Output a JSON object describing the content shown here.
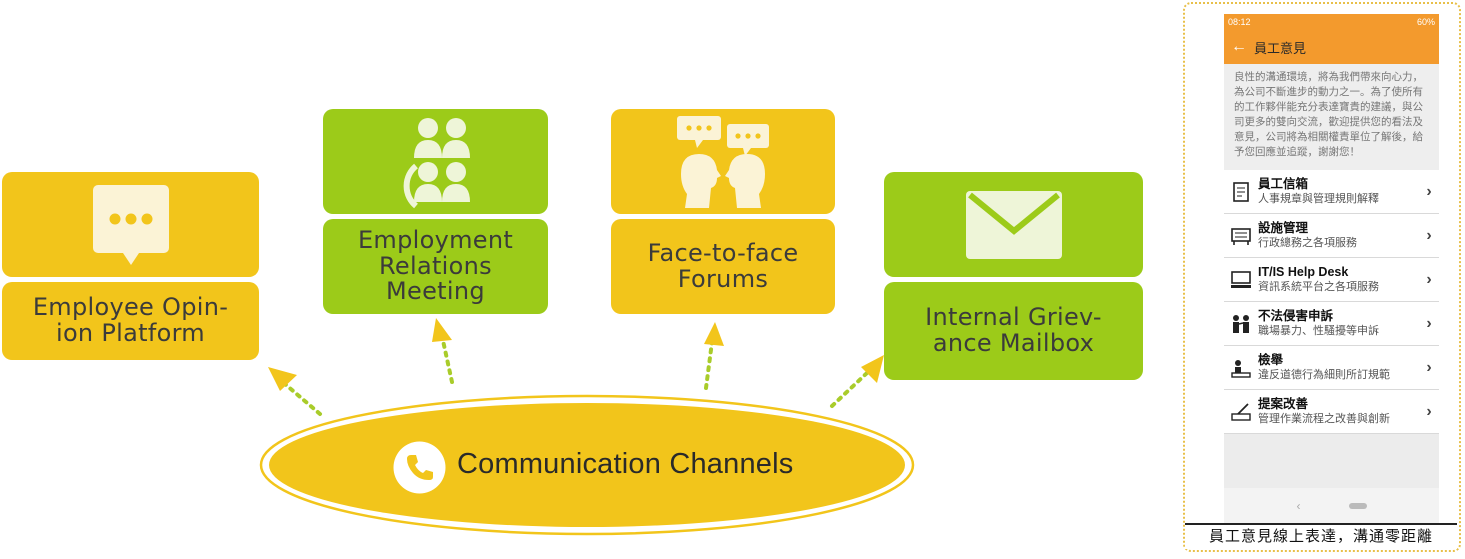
{
  "diagram": {
    "hub": {
      "label": "Communication Channels",
      "icon": "phone-icon"
    },
    "channels": [
      {
        "id": "employee-opinion-platform",
        "label": "Employee Opin-\nion Platform",
        "icon": "chat-bubble-icon"
      },
      {
        "id": "employment-relations-meeting",
        "label": "Employment\nRelations\nMeeting",
        "icon": "meeting-people-icon"
      },
      {
        "id": "face-to-face-forums",
        "label": "Face-to-face\nForums",
        "icon": "two-heads-talking-icon"
      },
      {
        "id": "internal-grievance-mailbox",
        "label": "Internal Griev-\nance Mailbox",
        "icon": "envelope-icon"
      }
    ],
    "colors": {
      "yellow": "#f2c51b",
      "green": "#9ccb19",
      "orange": "#f39a2d"
    }
  },
  "phone": {
    "status_time": "08:12",
    "status_right": "60%",
    "app_title": "員工意見",
    "intro_text": "良性的溝通環境，將為我們帶來向心力，為公司不斷進步的動力之一。為了使所有的工作夥伴能充分表達寶貴的建議，與公司更多的雙向交流，歡迎提供您的看法及意見，公司將為相關權責單位了解後，給予您回應並追蹤，謝謝您！",
    "menu": [
      {
        "title": "員工信箱",
        "subtitle": "人事規章與管理規則解釋",
        "icon": "document-icon"
      },
      {
        "title": "設施管理",
        "subtitle": "行政總務之各項服務",
        "icon": "facility-icon"
      },
      {
        "title": "IT/IS Help Desk",
        "subtitle": "資訊系統平台之各項服務",
        "icon": "computer-icon"
      },
      {
        "title": "不法侵害申訴",
        "subtitle": "職場暴力、性騷擾等申訴",
        "icon": "harassment-icon"
      },
      {
        "title": "檢舉",
        "subtitle": "違反道德行為細則所訂規範",
        "icon": "report-icon"
      },
      {
        "title": "提案改善",
        "subtitle": "管理作業流程之改善與創新",
        "icon": "improvement-icon"
      }
    ],
    "caption": "員工意見線上表達，溝通零距離"
  }
}
